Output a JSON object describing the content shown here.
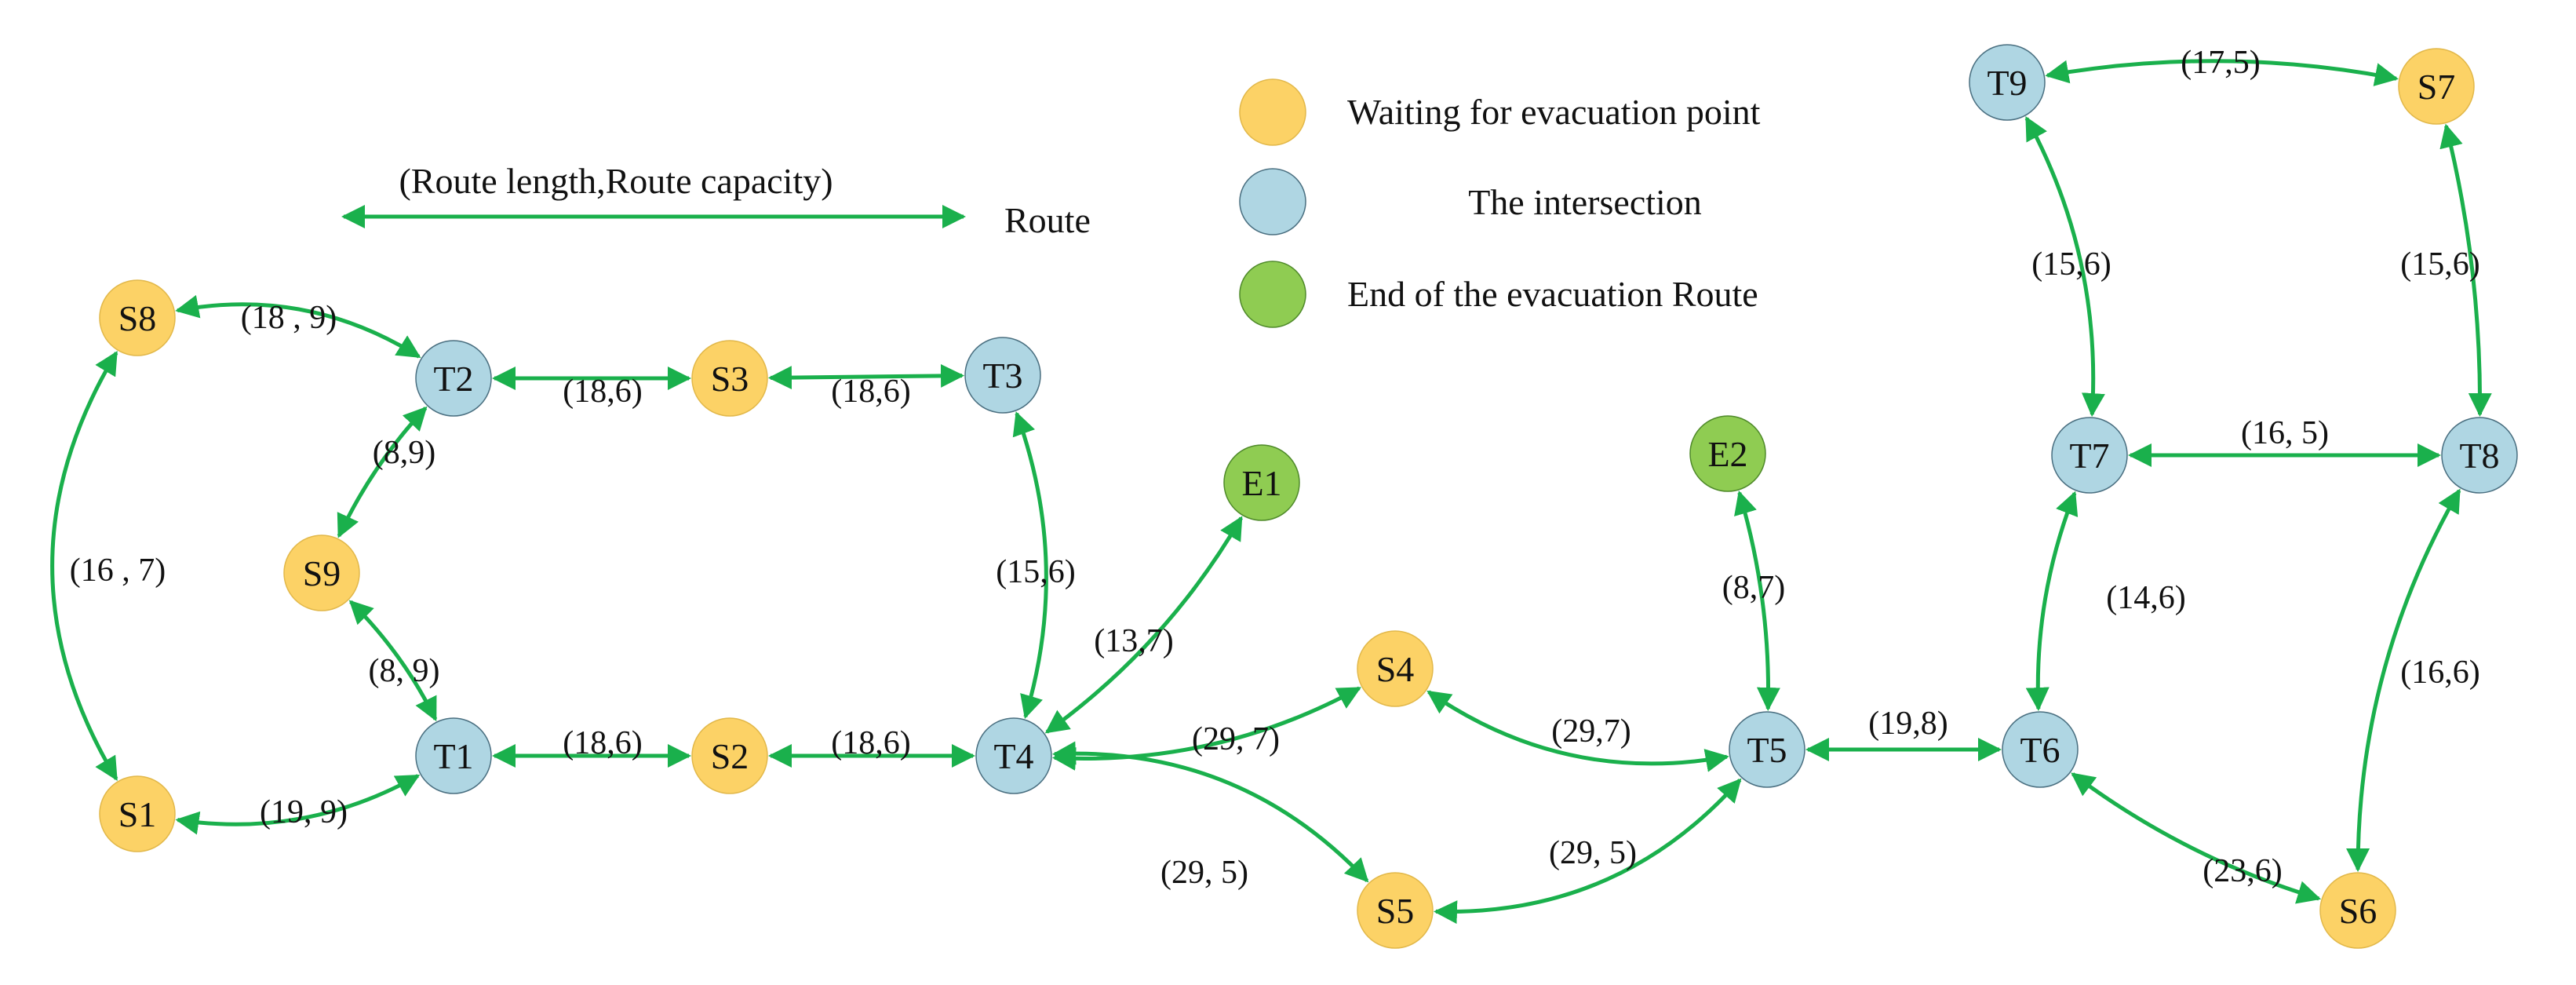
{
  "colors": {
    "waiting": "#fcd266",
    "waiting_stroke": "#e2b84a",
    "intersection": "#afd6e3",
    "intersection_stroke": "#4a6f80",
    "end": "#8fcc52",
    "end_stroke": "#4f8a2a",
    "route": "#1ab04c"
  },
  "legend": {
    "route_caption": "(Route length,Route capacity)",
    "route_label": "Route",
    "items": [
      {
        "key": "waiting",
        "label": "Waiting for evacuation point"
      },
      {
        "key": "intersection",
        "label": "The intersection"
      },
      {
        "key": "end",
        "label": "End of the evacuation Route"
      }
    ]
  },
  "nodes": [
    {
      "id": "S8",
      "type": "waiting"
    },
    {
      "id": "S1",
      "type": "waiting"
    },
    {
      "id": "S9",
      "type": "waiting"
    },
    {
      "id": "T2",
      "type": "intersection"
    },
    {
      "id": "T1",
      "type": "intersection"
    },
    {
      "id": "S3",
      "type": "waiting"
    },
    {
      "id": "S2",
      "type": "waiting"
    },
    {
      "id": "T3",
      "type": "intersection"
    },
    {
      "id": "T4",
      "type": "intersection"
    },
    {
      "id": "E1",
      "type": "end"
    },
    {
      "id": "S4",
      "type": "waiting"
    },
    {
      "id": "S5",
      "type": "waiting"
    },
    {
      "id": "E2",
      "type": "end"
    },
    {
      "id": "T5",
      "type": "intersection"
    },
    {
      "id": "T6",
      "type": "intersection"
    },
    {
      "id": "T7",
      "type": "intersection"
    },
    {
      "id": "T8",
      "type": "intersection"
    },
    {
      "id": "T9",
      "type": "intersection"
    },
    {
      "id": "S7",
      "type": "waiting"
    },
    {
      "id": "S6",
      "type": "waiting"
    }
  ],
  "edges": [
    {
      "from": "S8",
      "to": "T2",
      "label": "(18 , 9)"
    },
    {
      "from": "S8",
      "to": "S1",
      "label": "(16 , 7)"
    },
    {
      "from": "S1",
      "to": "T1",
      "label": "(19, 9)"
    },
    {
      "from": "T2",
      "to": "S9",
      "label": "(8,9)"
    },
    {
      "from": "S9",
      "to": "T1",
      "label": "(8, 9)"
    },
    {
      "from": "T2",
      "to": "S3",
      "label": "(18,6)"
    },
    {
      "from": "S3",
      "to": "T3",
      "label": "(18,6)"
    },
    {
      "from": "T1",
      "to": "S2",
      "label": "(18,6)"
    },
    {
      "from": "S2",
      "to": "T4",
      "label": "(18,6)"
    },
    {
      "from": "T3",
      "to": "T4",
      "label": "(15,6)"
    },
    {
      "from": "T4",
      "to": "E1",
      "label": "(13,7)"
    },
    {
      "from": "T4",
      "to": "S4",
      "label": "(29, 7)"
    },
    {
      "from": "T4",
      "to": "S5",
      "label": "(29, 5)"
    },
    {
      "from": "S4",
      "to": "T5",
      "label": "(29,7)"
    },
    {
      "from": "S5",
      "to": "T5",
      "label": "(29, 5)"
    },
    {
      "from": "E2",
      "to": "T5",
      "label": "(8,7)"
    },
    {
      "from": "T5",
      "to": "T6",
      "label": "(19,8)"
    },
    {
      "from": "T6",
      "to": "T7",
      "label": "(14,6)"
    },
    {
      "from": "T7",
      "to": "T8",
      "label": "(16, 5)"
    },
    {
      "from": "T7",
      "to": "T9",
      "label": "(15,6)"
    },
    {
      "from": "T9",
      "to": "S7",
      "label": "(17,5)"
    },
    {
      "from": "S7",
      "to": "T8",
      "label": "(15,6)"
    },
    {
      "from": "T8",
      "to": "S6",
      "label": "(16,6)"
    },
    {
      "from": "T6",
      "to": "S6",
      "label": "(23,6)"
    }
  ]
}
